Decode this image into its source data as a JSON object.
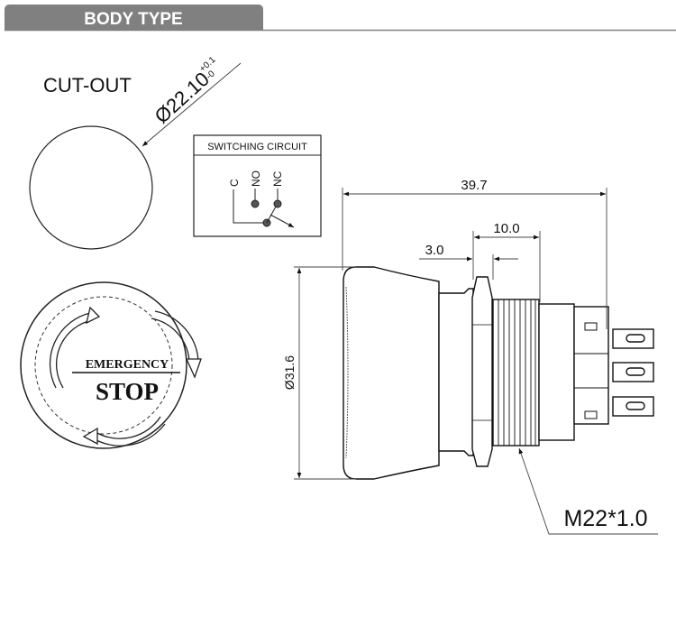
{
  "header": {
    "title": "BODY TYPE",
    "tab_color": "#808080"
  },
  "cutout": {
    "label": "CUT-OUT",
    "diameter": "Ø22.10",
    "tol_plus": "+0.1",
    "tol_minus": "-0"
  },
  "circuit": {
    "title": "SWITCHING CIRCUIT",
    "terminals": [
      "C",
      "NO",
      "NC"
    ]
  },
  "button_face": {
    "line1": "EMERGENCY",
    "line2": "STOP"
  },
  "dimensions": {
    "overall_length": "39.7",
    "thread_length": "10.0",
    "nut_thickness": "3.0",
    "cap_diameter": "Ø31.6",
    "thread": "M22*1.0"
  }
}
